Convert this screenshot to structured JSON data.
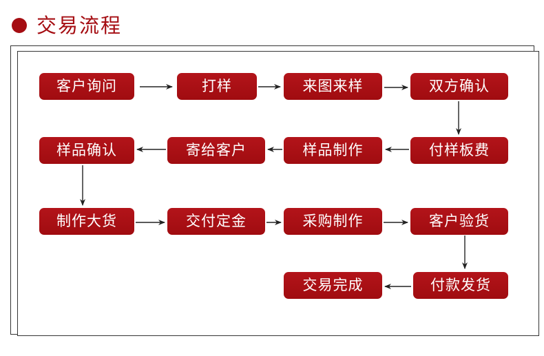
{
  "header": {
    "title": "交易流程",
    "accent_color": "#a50d12"
  },
  "flow": {
    "row1": [
      "客户询问",
      "打样",
      "来图来样",
      "双方确认"
    ],
    "row2": [
      "样品确认",
      "寄给客户",
      "样品制作",
      "付样板费"
    ],
    "row3": [
      "制作大货",
      "交付定金",
      "采购制作",
      "客户验货"
    ],
    "row4": [
      "交易完成",
      "付款发货"
    ]
  }
}
